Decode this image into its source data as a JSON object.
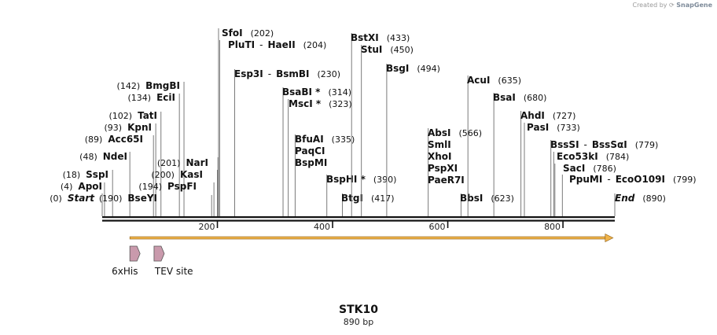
{
  "watermark": {
    "prefix": "Created by",
    "brand": "SnapGene"
  },
  "sequence": {
    "name": "STK10",
    "length_label": "890 bp",
    "length": 890
  },
  "ruler": {
    "ticks": [
      {
        "pos": 200,
        "label": "200"
      },
      {
        "pos": 400,
        "label": "400"
      },
      {
        "pos": 600,
        "label": "600"
      },
      {
        "pos": 800,
        "label": "800"
      }
    ]
  },
  "sites": [
    {
      "names": [
        "Start"
      ],
      "pos": 0,
      "pos_label": "(0)",
      "italic": true
    },
    {
      "names": [
        "ApoI"
      ],
      "pos": 4,
      "pos_label": "(4)"
    },
    {
      "names": [
        "SspI"
      ],
      "pos": 18,
      "pos_label": "(18)"
    },
    {
      "names": [
        "NdeI"
      ],
      "pos": 48,
      "pos_label": "(48)"
    },
    {
      "names": [
        "Acc65I"
      ],
      "pos": 89,
      "pos_label": "(89)"
    },
    {
      "names": [
        "KpnI"
      ],
      "pos": 93,
      "pos_label": "(93)"
    },
    {
      "names": [
        "TatI"
      ],
      "pos": 102,
      "pos_label": "(102)"
    },
    {
      "names": [
        "EciI"
      ],
      "pos": 134,
      "pos_label": "(134)"
    },
    {
      "names": [
        "BmgBI"
      ],
      "pos": 142,
      "pos_label": "(142)"
    },
    {
      "names": [
        "BseYI"
      ],
      "pos": 190,
      "pos_label": "(190)"
    },
    {
      "names": [
        "PspFI"
      ],
      "pos": 194,
      "pos_label": "(194)"
    },
    {
      "names": [
        "KasI"
      ],
      "pos": 200,
      "pos_label": "(200)"
    },
    {
      "names": [
        "NarI"
      ],
      "pos": 201,
      "pos_label": "(201)"
    },
    {
      "names": [
        "SfoI"
      ],
      "pos": 202,
      "pos_label": "(202)"
    },
    {
      "names": [
        "PluTI",
        "HaeII"
      ],
      "pos": 204,
      "pos_label": "(204)"
    },
    {
      "names": [
        "Esp3I",
        "BsmBI"
      ],
      "pos": 230,
      "pos_label": "(230)"
    },
    {
      "names": [
        "BsaBI *"
      ],
      "pos": 314,
      "pos_label": "(314)"
    },
    {
      "names": [
        "MscI *"
      ],
      "pos": 323,
      "pos_label": "(323)"
    },
    {
      "names": [
        "BfuAI",
        "PaqCI",
        "BspMI"
      ],
      "pos": 335,
      "pos_label": "(335)"
    },
    {
      "names": [
        "BspHI *"
      ],
      "pos": 390,
      "pos_label": "(390)"
    },
    {
      "names": [
        "BtgI"
      ],
      "pos": 417,
      "pos_label": "(417)"
    },
    {
      "names": [
        "BstXI"
      ],
      "pos": 433,
      "pos_label": "(433)"
    },
    {
      "names": [
        "StuI"
      ],
      "pos": 450,
      "pos_label": "(450)"
    },
    {
      "names": [
        "BsgI"
      ],
      "pos": 494,
      "pos_label": "(494)"
    },
    {
      "names": [
        "AbsI",
        "SmlI",
        "XhoI",
        "PspXI",
        "PaeR7I"
      ],
      "pos": 566,
      "pos_label": "(566)"
    },
    {
      "names": [
        "BbsI"
      ],
      "pos": 623,
      "pos_label": "(623)"
    },
    {
      "names": [
        "AcuI"
      ],
      "pos": 635,
      "pos_label": "(635)"
    },
    {
      "names": [
        "BsaI"
      ],
      "pos": 680,
      "pos_label": "(680)"
    },
    {
      "names": [
        "AhdI"
      ],
      "pos": 727,
      "pos_label": "(727)"
    },
    {
      "names": [
        "PasI"
      ],
      "pos": 733,
      "pos_label": "(733)"
    },
    {
      "names": [
        "BssSI",
        "BssSαI"
      ],
      "pos": 779,
      "pos_label": "(779)"
    },
    {
      "names": [
        "Eco53kI"
      ],
      "pos": 784,
      "pos_label": "(784)"
    },
    {
      "names": [
        "SacI"
      ],
      "pos": 786,
      "pos_label": "(786)"
    },
    {
      "names": [
        "PpuMI",
        "EcoO109I"
      ],
      "pos": 799,
      "pos_label": "(799)"
    },
    {
      "names": [
        "End"
      ],
      "pos": 890,
      "pos_label": "(890)",
      "italic": true
    }
  ],
  "features": [
    {
      "name": "6xHis",
      "start": 48,
      "end": 66,
      "color": "#c99aac"
    },
    {
      "name": "TEV site",
      "start": 90,
      "end": 111,
      "color": "#c99aac"
    }
  ],
  "orf": {
    "start": 48,
    "end": 887,
    "color": "#f0b44b"
  }
}
